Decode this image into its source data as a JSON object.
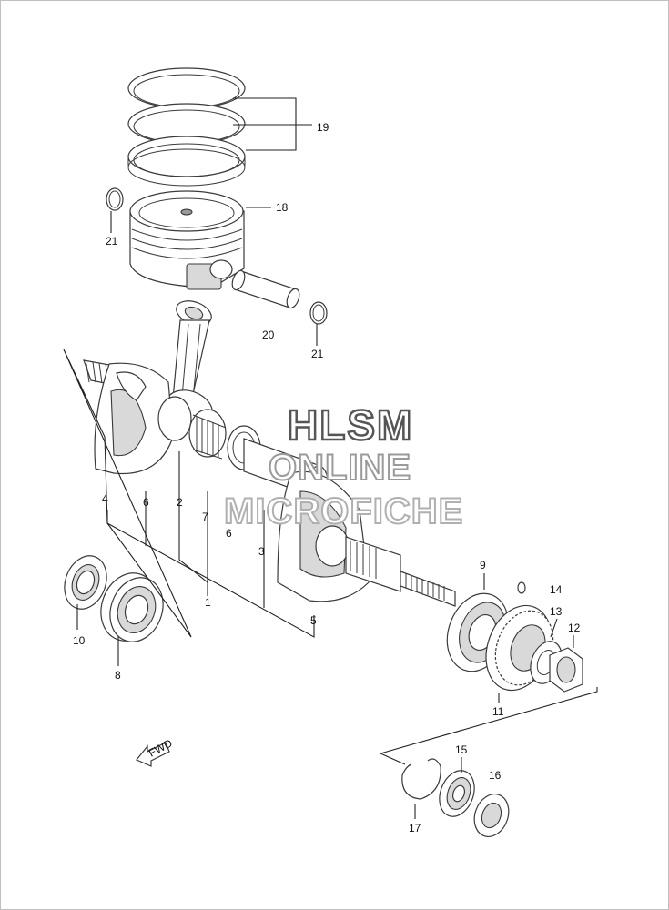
{
  "watermark": {
    "line1": "HLSM",
    "line2": "ONLINE",
    "line3": "MICROFICHE"
  },
  "fwd_label": "FWD",
  "callouts": {
    "c1": "1",
    "c2": "2",
    "c3": "3",
    "c4": "4",
    "c5": "5",
    "c6a": "6",
    "c6b": "6",
    "c7": "7",
    "c8": "8",
    "c9": "9",
    "c10": "10",
    "c11": "11",
    "c12": "12",
    "c13": "13",
    "c14": "14",
    "c15": "15",
    "c16": "16",
    "c17": "17",
    "c18": "18",
    "c19": "19",
    "c20": "20",
    "c21a": "21",
    "c21b": "21"
  }
}
